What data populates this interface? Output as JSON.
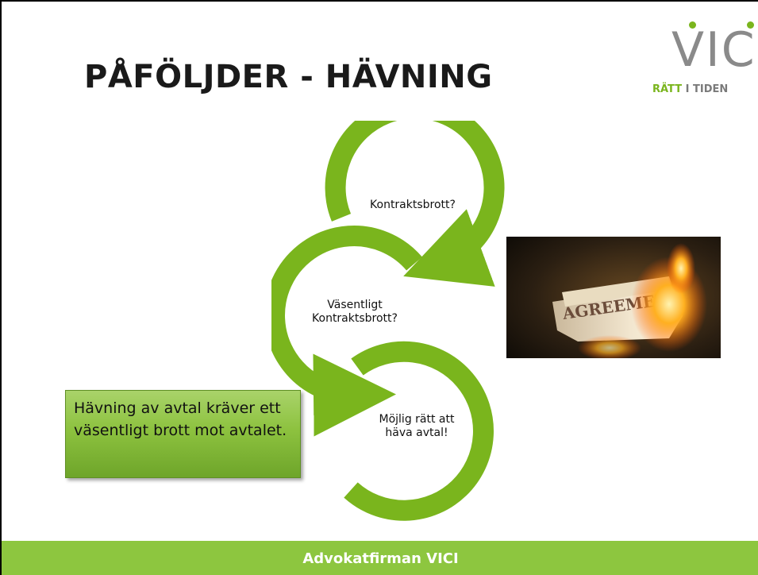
{
  "slide": {
    "title": "PÅFÖLJDER - HÄVNING"
  },
  "logo": {
    "word": "VICI",
    "tagline_green": "RÄTT",
    "tagline_gray": "I TIDEN",
    "accent_color": "#7ab51d"
  },
  "cycle": {
    "color": "#7ab51d",
    "nodes": [
      {
        "label": "Kontraktsbrott?"
      },
      {
        "label_lines": [
          "Väsentligt",
          "Kontraktsbrott?"
        ]
      },
      {
        "label_lines": [
          "Möjlig rätt att",
          "häva avtal!"
        ]
      }
    ]
  },
  "photo": {
    "caption_text": "AGREEMENT"
  },
  "callout": {
    "text": "Hävning av avtal kräver ett väsentligt brott mot avtalet."
  },
  "footer": {
    "text": "Advokatfirman VICI",
    "color": "#8dc63f"
  }
}
